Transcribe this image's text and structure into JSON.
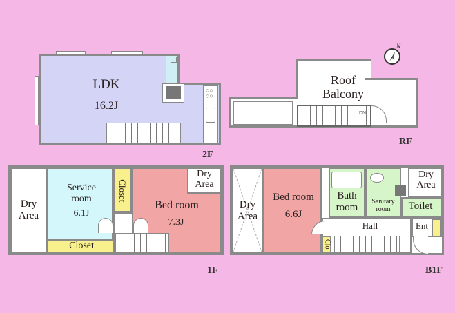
{
  "floors": {
    "f2": {
      "label": "2F",
      "rooms": {
        "ldk": {
          "name": "LDK",
          "size": "16.2J"
        }
      }
    },
    "rf": {
      "label": "RF",
      "rooms": {
        "roof_balcony": {
          "name_line1": "Roof",
          "name_line2": "Balcony"
        }
      },
      "stairs_label": "DN"
    },
    "f1": {
      "label": "1F",
      "rooms": {
        "dry_area_left": {
          "line1": "Dry",
          "line2": "Area"
        },
        "service_room": {
          "line1": "Service",
          "line2": "room",
          "size": "6.1J"
        },
        "closet_vertical": {
          "name": "Closet"
        },
        "closet_horizontal": {
          "name": "Closet"
        },
        "bed_room": {
          "name": "Bed room",
          "size": "7.3J"
        },
        "dry_area_right": {
          "line1": "Dry",
          "line2": "Area"
        }
      }
    },
    "b1f": {
      "label": "B1F",
      "rooms": {
        "dry_area_left": {
          "line1": "Dry",
          "line2": "Area"
        },
        "bed_room": {
          "name": "Bed room",
          "size": "6.6J"
        },
        "bath_room": {
          "line1": "Bath",
          "line2": "room"
        },
        "sanitary_room": {
          "line1": "Sanitary",
          "line2": "room"
        },
        "dry_area_right": {
          "line1": "Dry",
          "line2": "Area"
        },
        "toilet": {
          "name": "Toilet"
        },
        "hall": {
          "name": "Hall"
        },
        "entrance": {
          "name": "Ent"
        },
        "closet": {
          "name": "Clo"
        }
      }
    }
  },
  "compass": {
    "direction": "N"
  },
  "colors": {
    "background": "#f5b7e6",
    "ldk": "#d4d4f6",
    "service_room": "#d3f7fb",
    "bed_room": "#f2a5a5",
    "closet": "#f8f08c",
    "wet_area": "#d6f5c9",
    "wall": "#8a8a8a"
  }
}
